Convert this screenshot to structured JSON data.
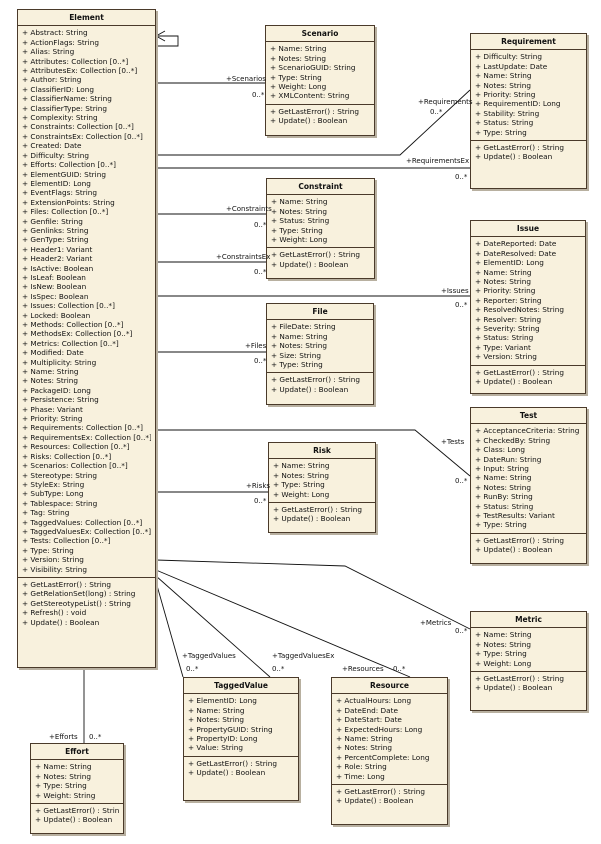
{
  "classes": {
    "element": {
      "name": "Element",
      "attributes": [
        "Abstract:  String",
        "ActionFlags:  String",
        "Alias:  String",
        "Attributes:  Collection [0..*]",
        "AttributesEx:  Collection [0..*]",
        "Author:  String",
        "ClassifierID:  Long",
        "ClassifierName:  String",
        "ClassifierType:  String",
        "Complexity:  String",
        "Constraints:  Collection [0..*]",
        "ConstraintsEx:  Collection [0..*]",
        "Created:  Date",
        "Difficulty:  String",
        "Efforts:  Collection [0..*]",
        "ElementGUID:  String",
        "ElementID:  Long",
        "EventFlags:  String",
        "ExtensionPoints:  String",
        "Files:  Collection [0..*]",
        "Genfile:  String",
        "Genlinks:  String",
        "GenType:  String",
        "Header1:  Variant",
        "Header2:  Variant",
        "IsActive:  Boolean",
        "IsLeaf:  Boolean",
        "IsNew:  Boolean",
        "IsSpec:  Boolean",
        "Issues:  Collection [0..*]",
        "Locked:  Boolean",
        "Methods:  Collection [0..*]",
        "MethodsEx:  Collection [0..*]",
        "Metrics:  Collection [0..*]",
        "Modified:  Date",
        "Multiplicity:  String",
        "Name:  String",
        "Notes:  String",
        "PackageID:  Long",
        "Persistence:  String",
        "Phase:  Variant",
        "Priority:  String",
        "Requirements:  Collection [0..*]",
        "RequirementsEx:  Collection [0..*]",
        "Resources:  Collection [0..*]",
        "Risks:  Collection [0..*]",
        "Scenarios:  Collection [0..*]",
        "Stereotype:  String",
        "StyleEx:  String",
        "SubType:  Long",
        "Tablespace:  String",
        "Tag:  String",
        "TaggedValues:  Collection [0..*]",
        "TaggedValuesEx:  Collection [0..*]",
        "Tests:  Collection [0..*]",
        "Type:  String",
        "Version:  String",
        "Visibility:  String"
      ],
      "operations": [
        "GetLastError() : String",
        "GetRelationSet(long) : String",
        "GetStereotypeList() : String",
        "Refresh() : void",
        "Update() : Boolean"
      ]
    },
    "scenario": {
      "name": "Scenario",
      "attributes": [
        "Name:  String",
        "Notes:  String",
        "ScenarioGUID:  String",
        "Type:  String",
        "Weight:  Long",
        "XMLContent:  String"
      ],
      "operations": [
        "GetLastError() : String",
        "Update() : Boolean"
      ]
    },
    "requirement": {
      "name": "Requirement",
      "attributes": [
        "Difficulty:  String",
        "LastUpdate:  Date",
        "Name:  String",
        "Notes:  String",
        "Priority:  String",
        "RequirementID:  Long",
        "Stability:  String",
        "Status:  String",
        "Type:  String"
      ],
      "operations": [
        "GetLastError() : String",
        "Update() : Boolean"
      ]
    },
    "constraint": {
      "name": "Constraint",
      "attributes": [
        "Name:  String",
        "Notes:  String",
        "Status:  String",
        "Type:  String",
        "Weight:  Long"
      ],
      "operations": [
        "GetLastError() : String",
        "Update() : Boolean"
      ]
    },
    "issue": {
      "name": "Issue",
      "attributes": [
        "DateReported:  Date",
        "DateResolved:  Date",
        "ElementID:  Long",
        "Name:  String",
        "Notes:  String",
        "Priority:  String",
        "Reporter:  String",
        "ResolvedNotes:  String",
        "Resolver:  String",
        "Severity:  String",
        "Status:  String",
        "Type:  Variant",
        "Version:  String"
      ],
      "operations": [
        "GetLastError() : String",
        "Update() : Boolean"
      ]
    },
    "file": {
      "name": "File",
      "attributes": [
        "FileDate:  String",
        "Name:  String",
        "Notes:  String",
        "Size:  String",
        "Type:  String"
      ],
      "operations": [
        "GetLastError() : String",
        "Update() : Boolean"
      ]
    },
    "test": {
      "name": "Test",
      "attributes": [
        "AcceptanceCriteria:  String",
        "CheckedBy:  String",
        "Class:  Long",
        "DateRun:  String",
        "Input:  String",
        "Name:  String",
        "Notes:  String",
        "RunBy:  String",
        "Status:  String",
        "TestResults:  Variant",
        "Type:  String"
      ],
      "operations": [
        "GetLastError() : String",
        "Update() : Boolean"
      ]
    },
    "risk": {
      "name": "Risk",
      "attributes": [
        "Name:  String",
        "Notes:  String",
        "Type:  String",
        "Weight:  Long"
      ],
      "operations": [
        "GetLastError() : String",
        "Update() : Boolean"
      ]
    },
    "metric": {
      "name": "Metric",
      "attributes": [
        "Name:  String",
        "Notes:  String",
        "Type:  String",
        "Weight:  Long"
      ],
      "operations": [
        "GetLastError() : String",
        "Update() : Boolean"
      ]
    },
    "taggedvalue": {
      "name": "TaggedValue",
      "attributes": [
        "ElementID:  Long",
        "Name:  String",
        "Notes:  String",
        "PropertyGUID:  String",
        "PropertyID:  Long",
        "Value:  String"
      ],
      "operations": [
        "GetLastError() : String",
        "Update() : Boolean"
      ]
    },
    "resource": {
      "name": "Resource",
      "attributes": [
        "ActualHours:  Long",
        "DateEnd:  Date",
        "DateStart:  Date",
        "ExpectedHours:  Long",
        "Name:  String",
        "Notes:  String",
        "PercentComplete:  Long",
        "Role:  String",
        "Time:  Long"
      ],
      "operations": [
        "GetLastError() : String",
        "Update() : Boolean"
      ]
    },
    "effort": {
      "name": "Effort",
      "attributes": [
        "Name:  String",
        "Notes:  String",
        "Type:  String",
        "Weight:  String"
      ],
      "operations": [
        "GetLastError() : String",
        "Update() : Boolean"
      ]
    }
  },
  "associations": {
    "scenarios": {
      "role": "+Scenarios",
      "mult": "0..*"
    },
    "requirements": {
      "role": "+Requirements",
      "mult": "0..*"
    },
    "requirementsex": {
      "role": "+RequirementsEx",
      "mult": "0..*"
    },
    "constraints": {
      "role": "+Constraints",
      "mult": "0..*"
    },
    "constraintsex": {
      "role": "+ConstraintsEx",
      "mult": "0..*"
    },
    "issues": {
      "role": "+Issues",
      "mult": "0..*"
    },
    "files": {
      "role": "+Files",
      "mult": "0..*"
    },
    "tests": {
      "role": "+Tests",
      "mult": "0..*"
    },
    "risks": {
      "role": "+Risks",
      "mult": "0..*"
    },
    "metrics": {
      "role": "+Metrics",
      "mult": "0..*"
    },
    "taggedvalues": {
      "role": "+TaggedValues",
      "mult": "0..*"
    },
    "taggedvaluesex": {
      "role": "+TaggedValuesEx",
      "mult": "0..*"
    },
    "resources": {
      "role": "+Resources",
      "mult": "0..*"
    },
    "efforts": {
      "role": "+Efforts",
      "mult": "0..*"
    }
  }
}
